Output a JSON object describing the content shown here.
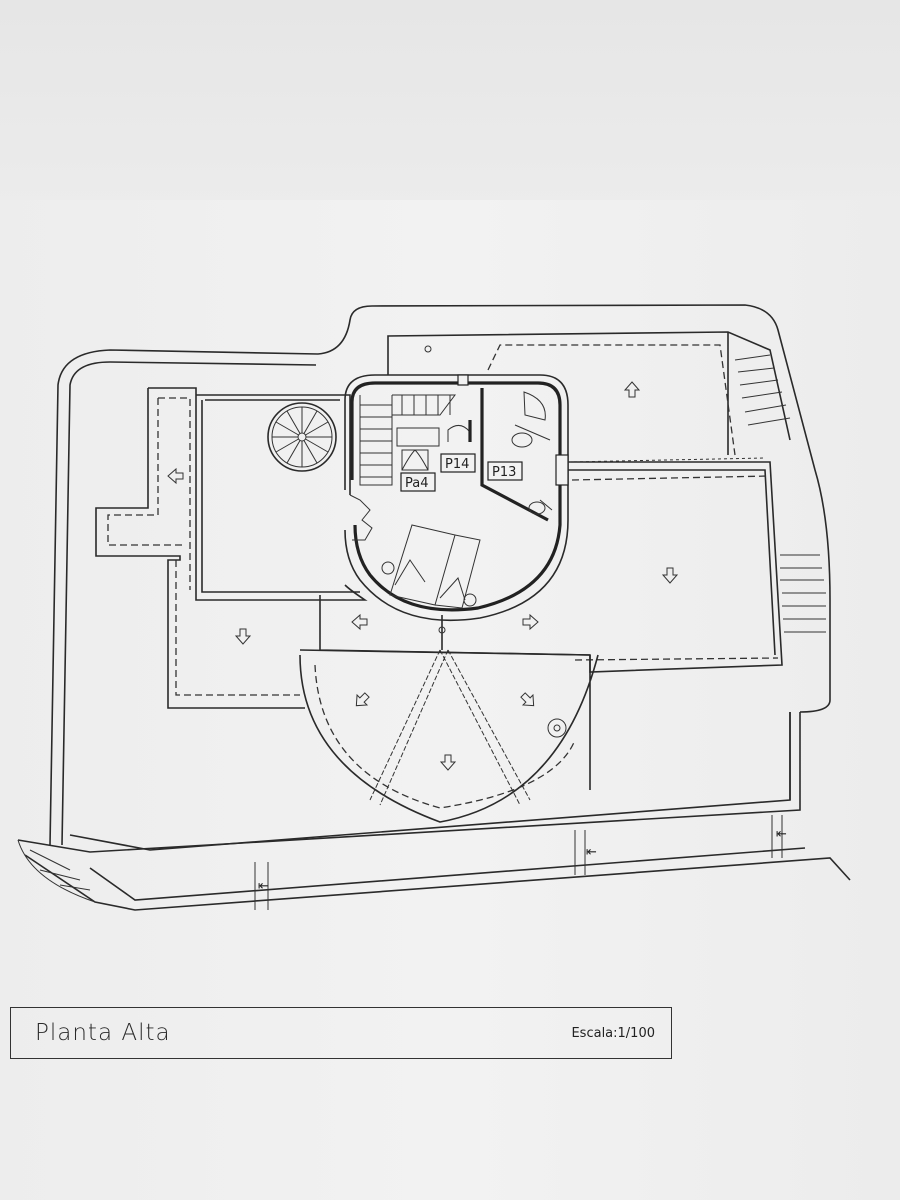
{
  "drawing": {
    "title": "Planta Alta",
    "scale": "Escala:1/100",
    "room_tags": [
      "P14",
      "P13",
      "Pa4"
    ]
  }
}
